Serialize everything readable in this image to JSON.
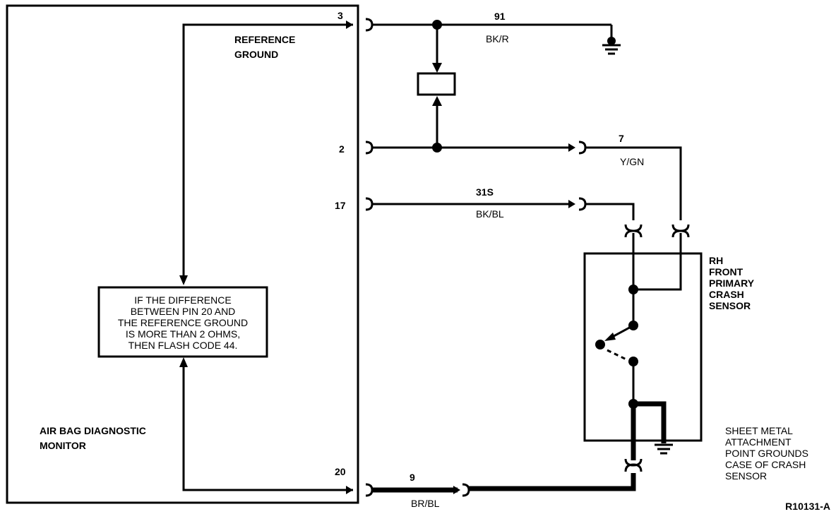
{
  "monitor": {
    "label_line1": "AIR BAG DIAGNOSTIC",
    "label_line2": "MONITOR",
    "pins": {
      "p3": "3",
      "p2": "2",
      "p17": "17",
      "p20": "20"
    }
  },
  "reference_ground": {
    "line1": "REFERENCE",
    "line2": "GROUND"
  },
  "note": {
    "line1": "IF THE DIFFERENCE",
    "line2": "BETWEEN PIN 20 AND",
    "line3": "THE REFERENCE GROUND",
    "line4": "IS MORE THAN 2 OHMS,",
    "line5": "THEN FLASH CODE 44."
  },
  "wires": {
    "w91": {
      "circuit": "91",
      "color": "BK/R"
    },
    "w7": {
      "circuit": "7",
      "color": "Y/GN"
    },
    "w31s": {
      "circuit": "31S",
      "color": "BK/BL"
    },
    "w9": {
      "circuit": "9",
      "color": "BR/BL"
    }
  },
  "sensor": {
    "line1": "RH",
    "line2": "FRONT",
    "line3": "PRIMARY",
    "line4": "CRASH",
    "line5": "SENSOR"
  },
  "grounds_note": {
    "line1": "SHEET METAL",
    "line2": "ATTACHMENT",
    "line3": "POINT GROUNDS",
    "line4": "CASE OF CRASH",
    "line5": "SENSOR"
  },
  "figure_id": "R10131-A"
}
